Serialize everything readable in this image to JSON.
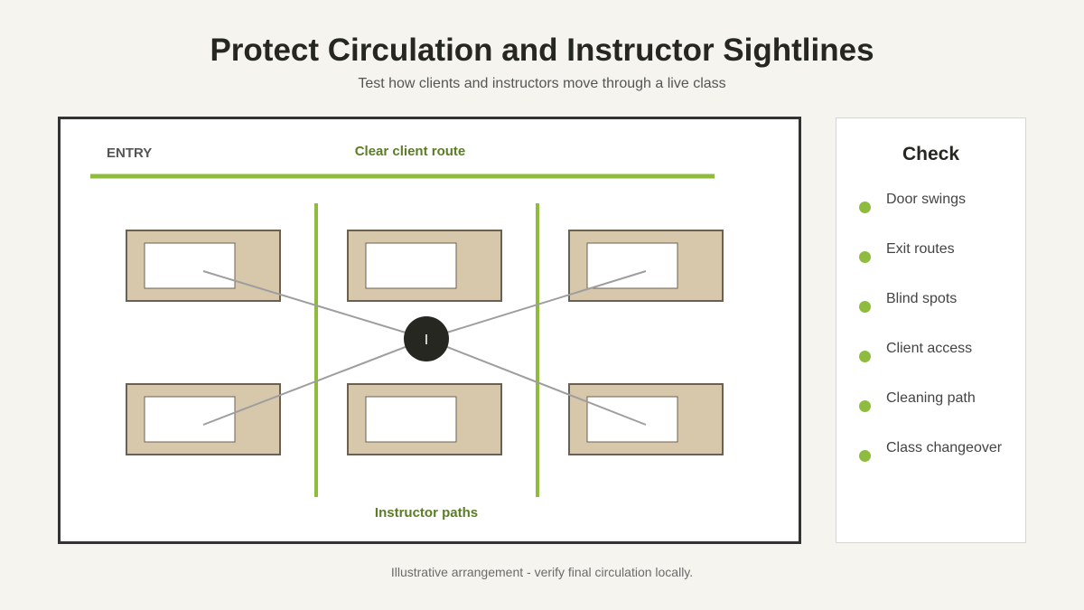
{
  "header": {
    "title": "Protect Circulation and Instructor Sightlines",
    "subtitle": "Test how clients and instructors move through a live class"
  },
  "floor_plan": {
    "entry_label": "ENTRY",
    "route_label": "Clear client route",
    "paths_label": "Instructor paths",
    "instructor_marker": "I",
    "stations": [
      {
        "row": 1,
        "column": 1
      },
      {
        "row": 1,
        "column": 2
      },
      {
        "row": 1,
        "column": 3
      },
      {
        "row": 2,
        "column": 1
      },
      {
        "row": 2,
        "column": 2
      },
      {
        "row": 2,
        "column": 3
      }
    ],
    "sightlines": [
      {
        "to_row": 1,
        "to_column": 1
      },
      {
        "to_row": 1,
        "to_column": 3
      },
      {
        "to_row": 2,
        "to_column": 1
      },
      {
        "to_row": 2,
        "to_column": 3
      }
    ],
    "colors": {
      "route": "#8fbc3f",
      "label_green": "#5a7d25",
      "station_fill": "#d8c8ab",
      "station_border": "#6b6150",
      "instructor": "#262721",
      "sightline": "#9e9e9e"
    }
  },
  "checklist": {
    "title": "Check",
    "items": [
      {
        "label": "Door swings"
      },
      {
        "label": "Exit routes"
      },
      {
        "label": "Blind spots"
      },
      {
        "label": "Client access"
      },
      {
        "label": "Cleaning path"
      },
      {
        "label": "Class changeover"
      }
    ]
  },
  "footer": {
    "note": "Illustrative arrangement - verify final circulation locally."
  }
}
